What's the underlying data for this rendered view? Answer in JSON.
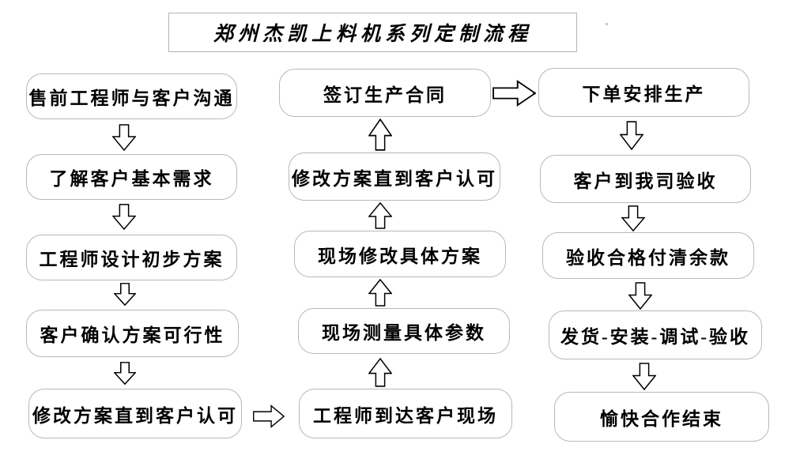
{
  "title": "郑州杰凯上料机系列定制流程",
  "columns": {
    "left": [
      "售前工程师与客户沟通",
      "了解客户基本需求",
      "工程师设计初步方案",
      "客户确认方案可行性",
      "修改方案直到客户认可"
    ],
    "middle": [
      "签订生产合同",
      "修改方案直到客户认可",
      "现场修改具体方案",
      "现场测量具体参数",
      "工程师到达客户现场"
    ],
    "right": [
      "下单安排生产",
      "客户到我司验收",
      "验收合格付清余款",
      "发货-安装-调试-验收",
      "愉快合作结束"
    ]
  },
  "flow_direction": {
    "left_column": "top-to-bottom",
    "middle_column": "bottom-to-top",
    "right_column": "top-to-bottom",
    "cross_links": [
      "修改方案直到客户认可(左) → 工程师到达客户现场(中)",
      "签订生产合同(中) → 下单安排生产(右)"
    ]
  },
  "colors": {
    "box_border": "#b8b8b8",
    "arrow_stroke": "#000000",
    "text": "#000000",
    "background": "#ffffff"
  },
  "icons": {
    "down_arrow": "arrow-down-icon",
    "up_arrow": "arrow-up-icon",
    "right_arrow": "arrow-right-icon"
  }
}
